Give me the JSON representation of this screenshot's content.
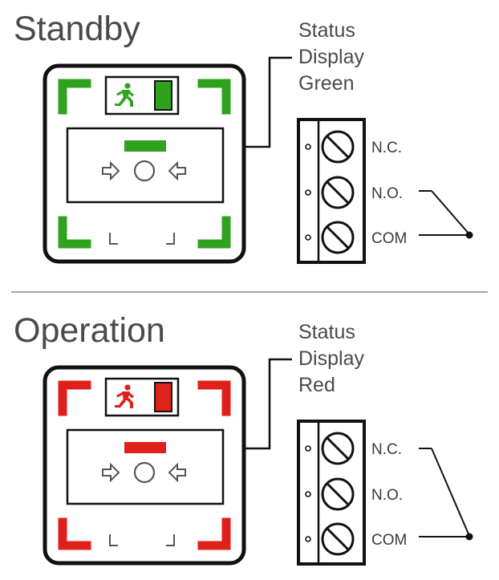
{
  "colors": {
    "ink": "#111111",
    "text": "#4a4a4a",
    "divider": "#8a8a8a",
    "outline_gray": "#555555"
  },
  "sections": [
    {
      "title": "Standby",
      "status_lines": [
        "Status",
        "Display",
        "Green"
      ],
      "state_color": "#2fa31e",
      "terminals": [
        "N.C.",
        "N.O.",
        "COM"
      ],
      "switch_contact": "N.O.",
      "icons": [
        "running-man-icon",
        "arrow-right-icon",
        "circle-icon",
        "arrow-left-icon"
      ]
    },
    {
      "title": "Operation",
      "status_lines": [
        "Status",
        "Display",
        "Red"
      ],
      "state_color": "#e0201b",
      "terminals": [
        "N.C.",
        "N.O.",
        "COM"
      ],
      "switch_contact": "N.C.",
      "icons": [
        "running-man-icon",
        "arrow-right-icon",
        "circle-icon",
        "arrow-left-icon"
      ]
    }
  ]
}
